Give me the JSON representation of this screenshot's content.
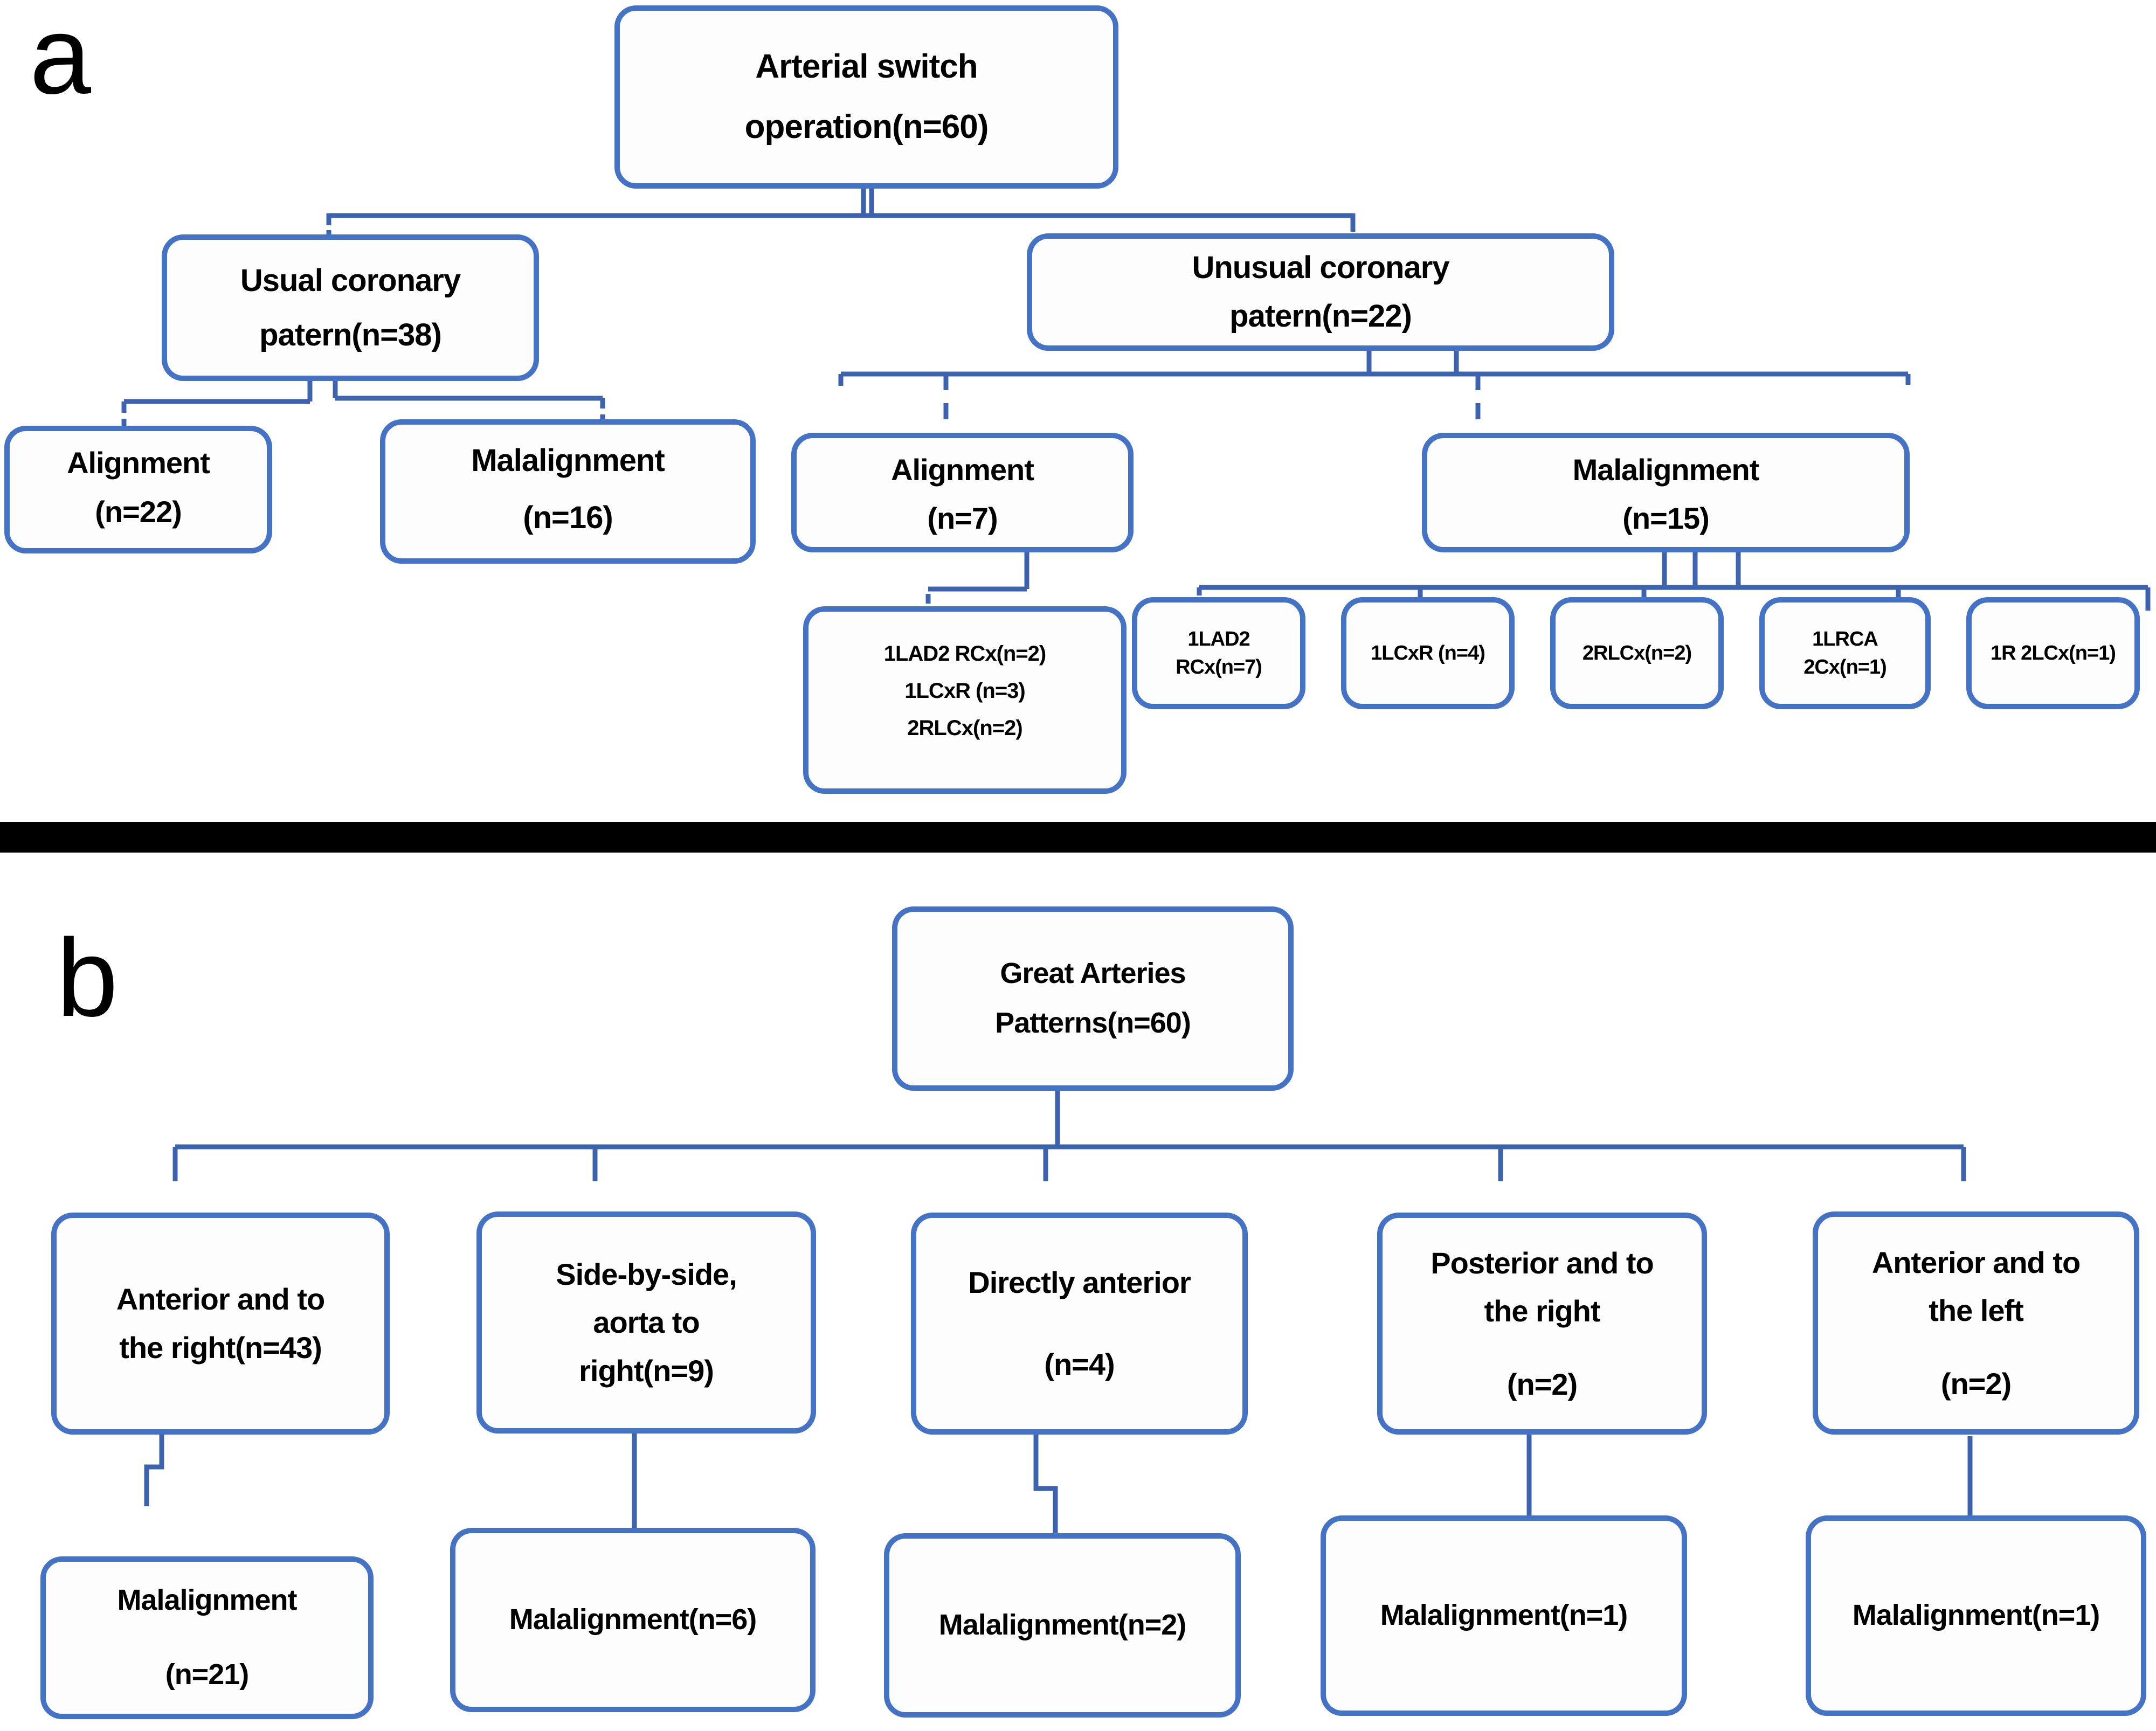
{
  "figure": {
    "panel_a_label": "a",
    "panel_b_label": "b",
    "accent_color": "#4472C4",
    "line_color": "#3E63AE"
  },
  "panel_a": {
    "root": {
      "line1": "Arterial switch",
      "line2": "operation(n=60)"
    },
    "usual": {
      "line1": "Usual coronary",
      "line2": "patern(n=38)"
    },
    "unusual": {
      "line1": "Unusual coronary",
      "line2": "patern(n=22)"
    },
    "usual_alignment": {
      "line1": "Alignment",
      "line2": "(n=22)"
    },
    "usual_malalignment": {
      "line1": "Malalignment",
      "line2": "(n=16)"
    },
    "unusual_alignment": {
      "line1": "Alignment",
      "line2": "(n=7)"
    },
    "unusual_malalignment": {
      "line1": "Malalignment",
      "line2": "(n=15)"
    },
    "alignment_detail": {
      "line1": "1LAD2 RCx(n=2)",
      "line2": "1LCxR (n=3)",
      "line3": "2RLCx(n=2)"
    },
    "malalignment_details": [
      {
        "line1": "1LAD2",
        "line2": "RCx(n=7)"
      },
      {
        "line1": "1LCxR (n=4)"
      },
      {
        "line1": "2RLCx(n=2)"
      },
      {
        "line1": "1LRCA",
        "line2": "2Cx(n=1)"
      },
      {
        "line1": "1R 2LCx(n=1)"
      }
    ]
  },
  "panel_b": {
    "root": {
      "line1": "Great Arteries",
      "line2": "Patterns(n=60)"
    },
    "patterns": [
      {
        "line1": "Anterior and to",
        "line2": "the right(n=43)"
      },
      {
        "line1": "Side-by-side,",
        "line2": "aorta to",
        "line3": "right(n=9)"
      },
      {
        "line1": "Directly anterior",
        "line2": "(n=4)"
      },
      {
        "line1": "Posterior and to",
        "line2": "the right",
        "line3": "(n=2)"
      },
      {
        "line1": "Anterior and to",
        "line2": "the left",
        "line3": "(n=2)"
      }
    ],
    "malalignments": [
      {
        "line1": "Malalignment",
        "line2": "(n=21)"
      },
      {
        "line1": "Malalignment(n=6)"
      },
      {
        "line1": "Malalignment(n=2)"
      },
      {
        "line1": "Malalignment(n=1)"
      },
      {
        "line1": "Malalignment(n=1)"
      }
    ]
  }
}
